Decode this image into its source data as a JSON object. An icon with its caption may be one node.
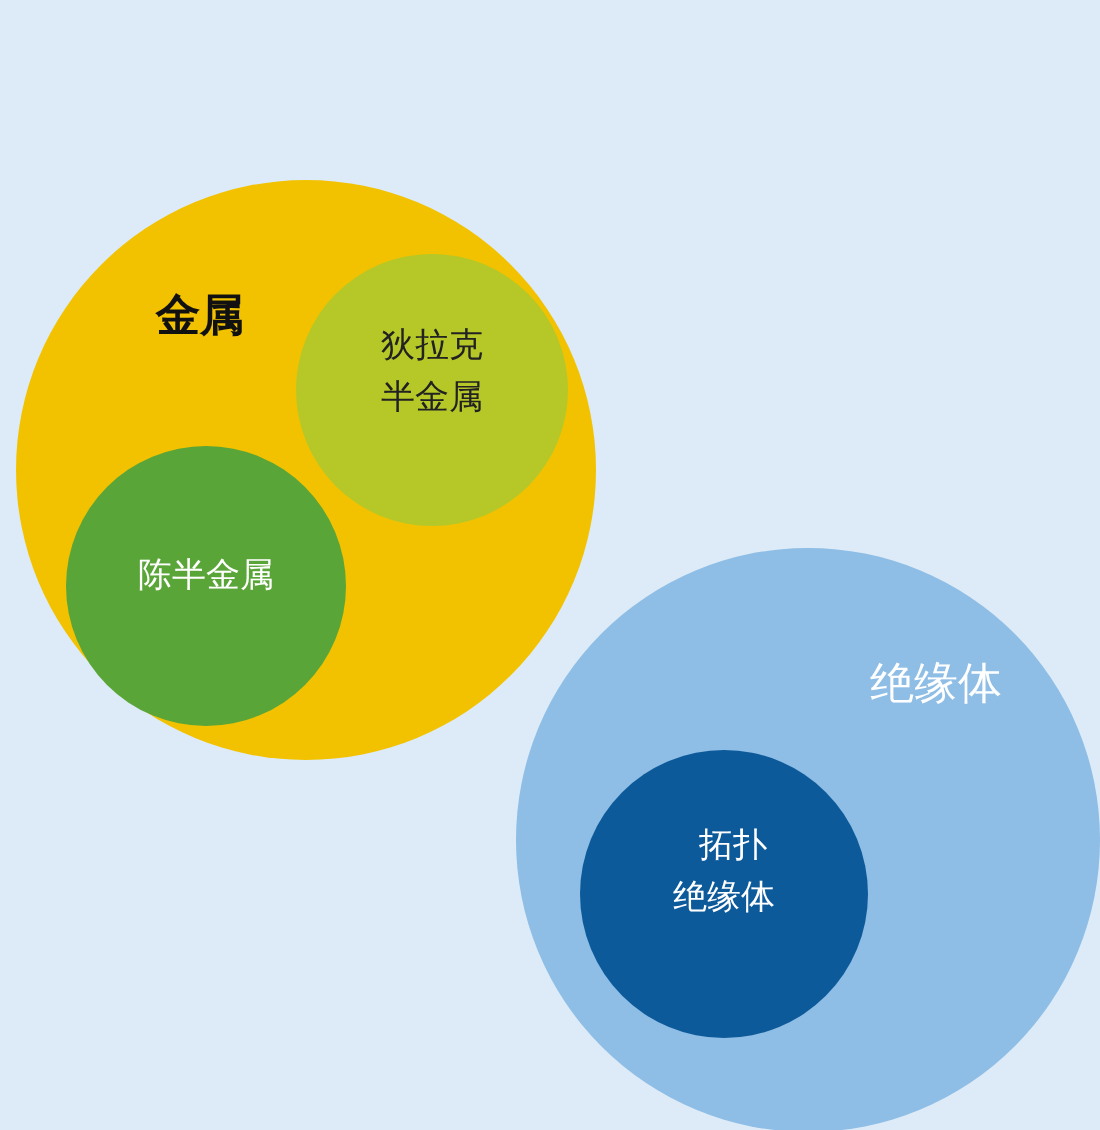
{
  "diagram": {
    "nodes": [
      {
        "text": [
          "金属"
        ]
      },
      {
        "text": [
          "狄拉克半金属"
        ],
        "in": 0
      },
      {
        "text": [
          "陈半金属"
        ],
        "in": 0
      },
      {
        "text": [
          "绝缘体"
        ]
      },
      {
        "text": [
          "拓扑绝缘体"
        ],
        "in": 3
      }
    ]
  }
}
